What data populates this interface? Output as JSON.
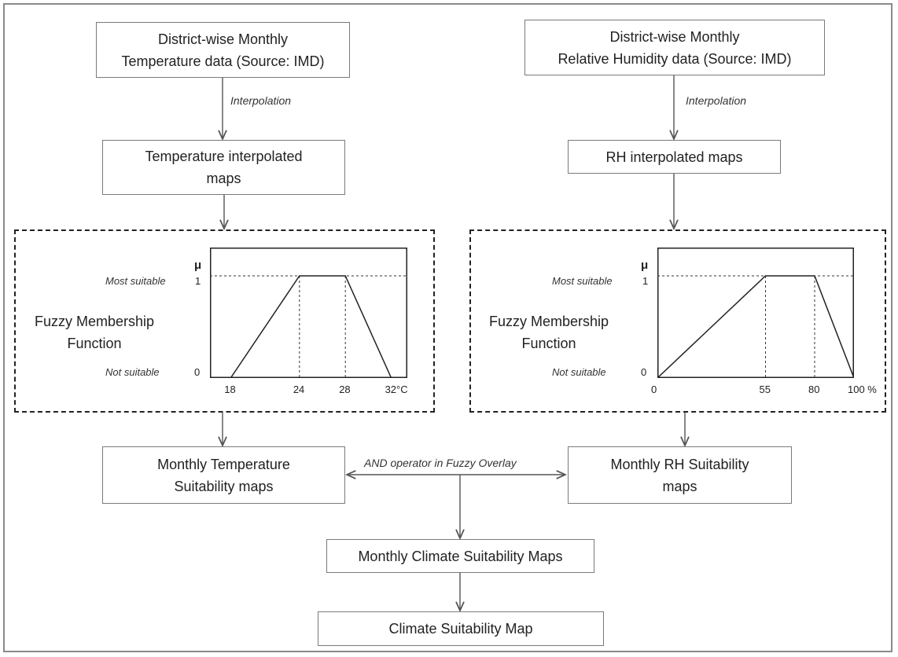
{
  "boxes": {
    "temp_data": "District-wise Monthly\nTemperature data (Source: IMD)",
    "rh_data": "District-wise Monthly\nRelative Humidity data (Source: IMD)",
    "temp_maps": "Temperature interpolated\nmaps",
    "rh_maps": "RH interpolated maps",
    "temp_suit": "Monthly Temperature\nSuitability maps",
    "rh_suit": "Monthly RH Suitability\nmaps",
    "monthly_climate": "Monthly Climate Suitability Maps",
    "climate_map": "Climate Suitability Map"
  },
  "labels": {
    "interpolation": "Interpolation",
    "and_operator": "AND operator in Fuzzy Overlay"
  },
  "panels": {
    "temperature": {
      "title": "Fuzzy Membership\nFunction",
      "mu": "μ",
      "most_suitable": "Most suitable",
      "not_suitable": "Not suitable",
      "y_one": "1",
      "y_zero": "0",
      "ticks": [
        "18",
        "24",
        "28",
        "32°C"
      ],
      "membership": [
        [
          18,
          0
        ],
        [
          24,
          1
        ],
        [
          28,
          1
        ],
        [
          32,
          0
        ]
      ],
      "x_range": [
        16.2,
        33.4
      ]
    },
    "humidity": {
      "title": "Fuzzy Membership\nFunction",
      "mu": "μ",
      "most_suitable": "Most suitable",
      "not_suitable": "Not suitable",
      "y_one": "1",
      "y_zero": "0",
      "ticks": [
        "0",
        "55",
        "80",
        "100  %"
      ],
      "membership": [
        [
          0,
          0
        ],
        [
          55,
          1
        ],
        [
          80,
          1
        ],
        [
          100,
          0
        ]
      ],
      "x_range": [
        0,
        100
      ]
    }
  }
}
